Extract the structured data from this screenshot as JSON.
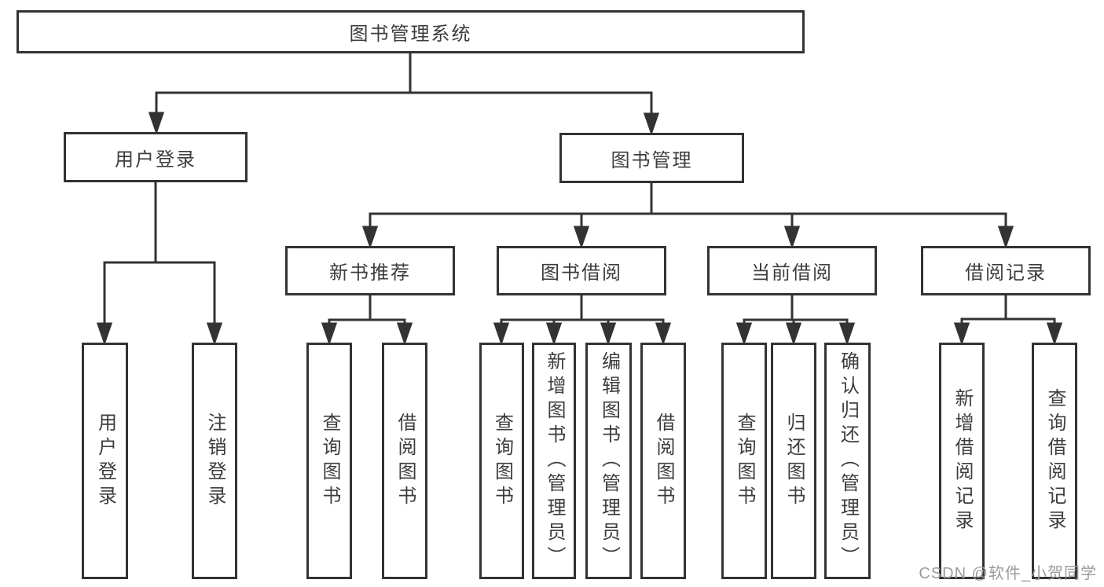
{
  "diagram": {
    "root": "图书管理系统",
    "branches": [
      {
        "label": "用户登录",
        "children": [
          {
            "label": "用户登录"
          },
          {
            "label": "注销登录"
          }
        ]
      },
      {
        "label": "图书管理",
        "children": [
          {
            "label": "新书推荐",
            "children": [
              {
                "label": "查询图书"
              },
              {
                "label": "借阅图书"
              }
            ]
          },
          {
            "label": "图书借阅",
            "children": [
              {
                "label": "查询图书"
              },
              {
                "label": "新增图书（管理员）"
              },
              {
                "label": "编辑图书（管理员）"
              },
              {
                "label": "借阅图书"
              }
            ]
          },
          {
            "label": "当前借阅",
            "children": [
              {
                "label": "查询图书"
              },
              {
                "label": "归还图书"
              },
              {
                "label": "确认归还（管理员）"
              }
            ]
          },
          {
            "label": "借阅记录",
            "children": [
              {
                "label": "新增借阅记录"
              },
              {
                "label": "查询借阅记录"
              }
            ]
          }
        ]
      }
    ]
  },
  "watermark": {
    "text": "CSDN @软件_小贺同学"
  },
  "colors": {
    "line": "#333333",
    "node_border": "#333333",
    "node_text": "#3d3d3d",
    "background": "#ffffff",
    "watermark_text": "#9b9b9b"
  }
}
